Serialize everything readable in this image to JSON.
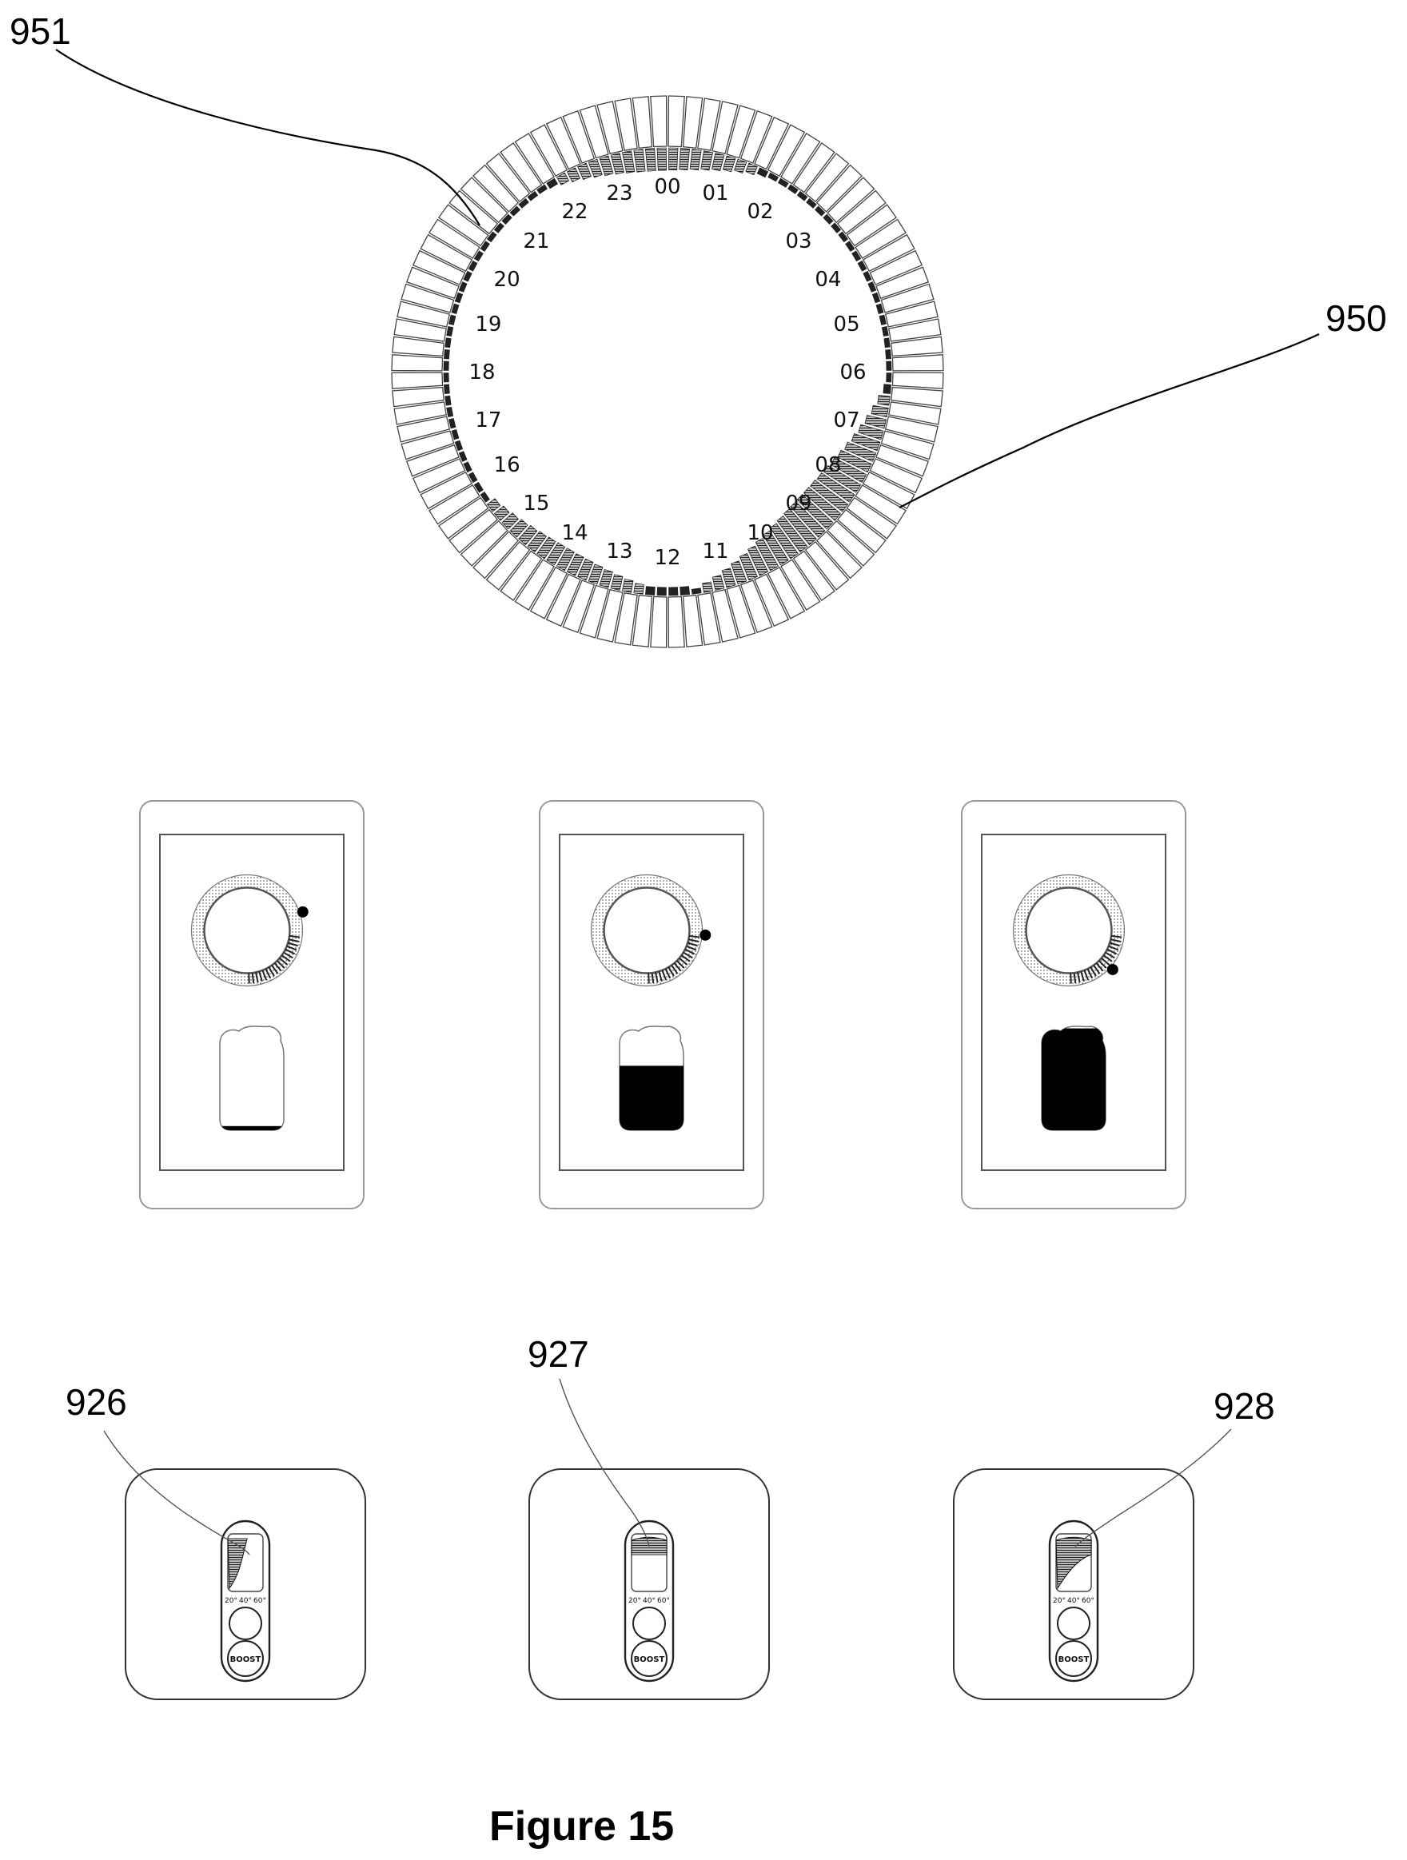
{
  "figure": {
    "caption": "Figure 15",
    "dial": {
      "hour_labels": [
        "00",
        "01",
        "02",
        "03",
        "04",
        "05",
        "06",
        "07",
        "08",
        "09",
        "10",
        "11",
        "12",
        "13",
        "14",
        "15",
        "16",
        "17",
        "18",
        "19",
        "20",
        "21",
        "22",
        "23"
      ],
      "ref_outer": "951",
      "ref_inner": "950"
    },
    "phones": [
      {
        "fill_level": 0.04
      },
      {
        "fill_level": 0.62
      },
      {
        "fill_level": 0.98
      }
    ],
    "devices": [
      {
        "ref": "926",
        "button_label": "BOOST",
        "temp_labels": [
          "20°",
          "40°",
          "60°"
        ]
      },
      {
        "ref": "927",
        "button_label": "BOOST",
        "temp_labels": [
          "20°",
          "40°",
          "60°"
        ]
      },
      {
        "ref": "928",
        "button_label": "BOOST",
        "temp_labels": [
          "20°",
          "40°",
          "60°"
        ]
      }
    ],
    "colors": {
      "ink": "#111111",
      "hatch": "#333333",
      "outline": "#555555",
      "light_outline": "#999999"
    }
  }
}
